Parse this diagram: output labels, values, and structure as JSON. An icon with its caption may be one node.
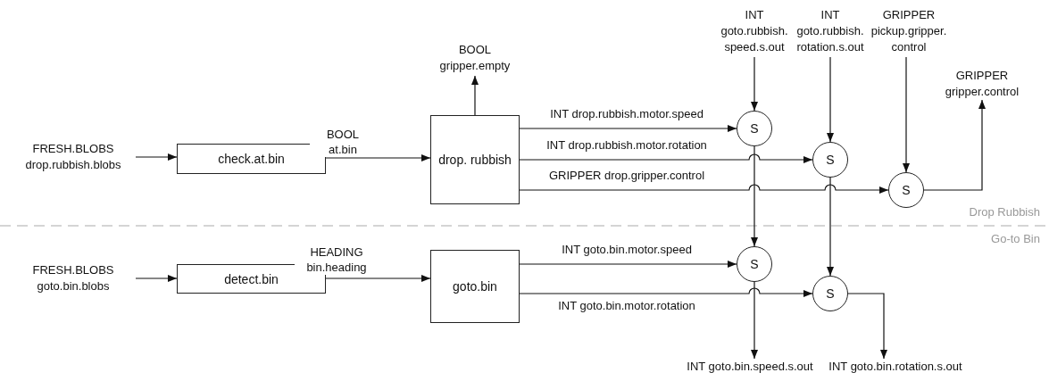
{
  "diagram": {
    "nodes": [
      {
        "text": [
          "BOOL",
          "gripper.empty"
        ]
      },
      {
        "text": [
          "INT",
          "goto.rubbish. speed.s.out"
        ]
      },
      {
        "text": [
          "INT",
          "goto.rubbish. rotation.s.out"
        ]
      },
      {
        "text": [
          "GRIPPER",
          "pickup.gripper. control"
        ]
      },
      {
        "text": [
          "GRIPPER",
          "gripper.control"
        ]
      },
      {
        "text": [
          "FRESH.BLOBS",
          "drop.rubbish.blobs"
        ]
      },
      {
        "text": [
          "check.at.bin"
        ]
      },
      {
        "text": [
          "drop. rubbish"
        ]
      },
      {
        "text": [
          "S"
        ]
      },
      {
        "text": [
          "S"
        ]
      },
      {
        "text": [
          "S"
        ]
      },
      {
        "text": [
          "FRESH.BLOBS",
          "goto.bin.blobs"
        ]
      },
      {
        "text": [
          "detect.bin"
        ]
      },
      {
        "text": [
          "goto.bin"
        ]
      },
      {
        "text": [
          "S"
        ]
      },
      {
        "text": [
          "S"
        ]
      },
      {
        "text": [
          "INT goto.bin.speed.s.out"
        ]
      },
      {
        "text": [
          "INT goto.bin.rotation.s.out"
        ]
      }
    ],
    "edges": [
      {
        "from": 5,
        "to": 6,
        "arrow": "to"
      },
      {
        "from": 6,
        "to": 7,
        "arrow": "to",
        "label": "BOOL at.bin"
      },
      {
        "from": 7,
        "to": 0,
        "arrow": "to"
      },
      {
        "from": 7,
        "to": 8,
        "arrow": "to",
        "label": "INT drop.rubbish.motor.speed"
      },
      {
        "from": 7,
        "to": 9,
        "arrow": "to",
        "label": "INT drop.rubbish.motor.rotation"
      },
      {
        "from": 7,
        "to": 10,
        "arrow": "to",
        "label": "GRIPPER drop.gripper.control"
      },
      {
        "from": 1,
        "to": 8,
        "arrow": "to"
      },
      {
        "from": 2,
        "to": 9,
        "arrow": "to"
      },
      {
        "from": 3,
        "to": 10,
        "arrow": "to"
      },
      {
        "from": 10,
        "to": 4,
        "arrow": "to"
      },
      {
        "from": 11,
        "to": 12,
        "arrow": "to"
      },
      {
        "from": 12,
        "to": 13,
        "arrow": "to",
        "label": "HEADING bin.heading"
      },
      {
        "from": 13,
        "to": 14,
        "arrow": "to",
        "label": "INT goto.bin.motor.speed"
      },
      {
        "from": 13,
        "to": 15,
        "arrow": "to",
        "label": "INT goto.bin.motor.rotation"
      },
      {
        "from": 8,
        "to": 14,
        "arrow": "to"
      },
      {
        "from": 9,
        "to": 15,
        "arrow": "to"
      },
      {
        "from": 14,
        "to": 16,
        "arrow": "to"
      },
      {
        "from": 15,
        "to": 17,
        "arrow": "to"
      }
    ],
    "labels": [
      "Drop Rubbish",
      "Go-to Bin"
    ]
  }
}
